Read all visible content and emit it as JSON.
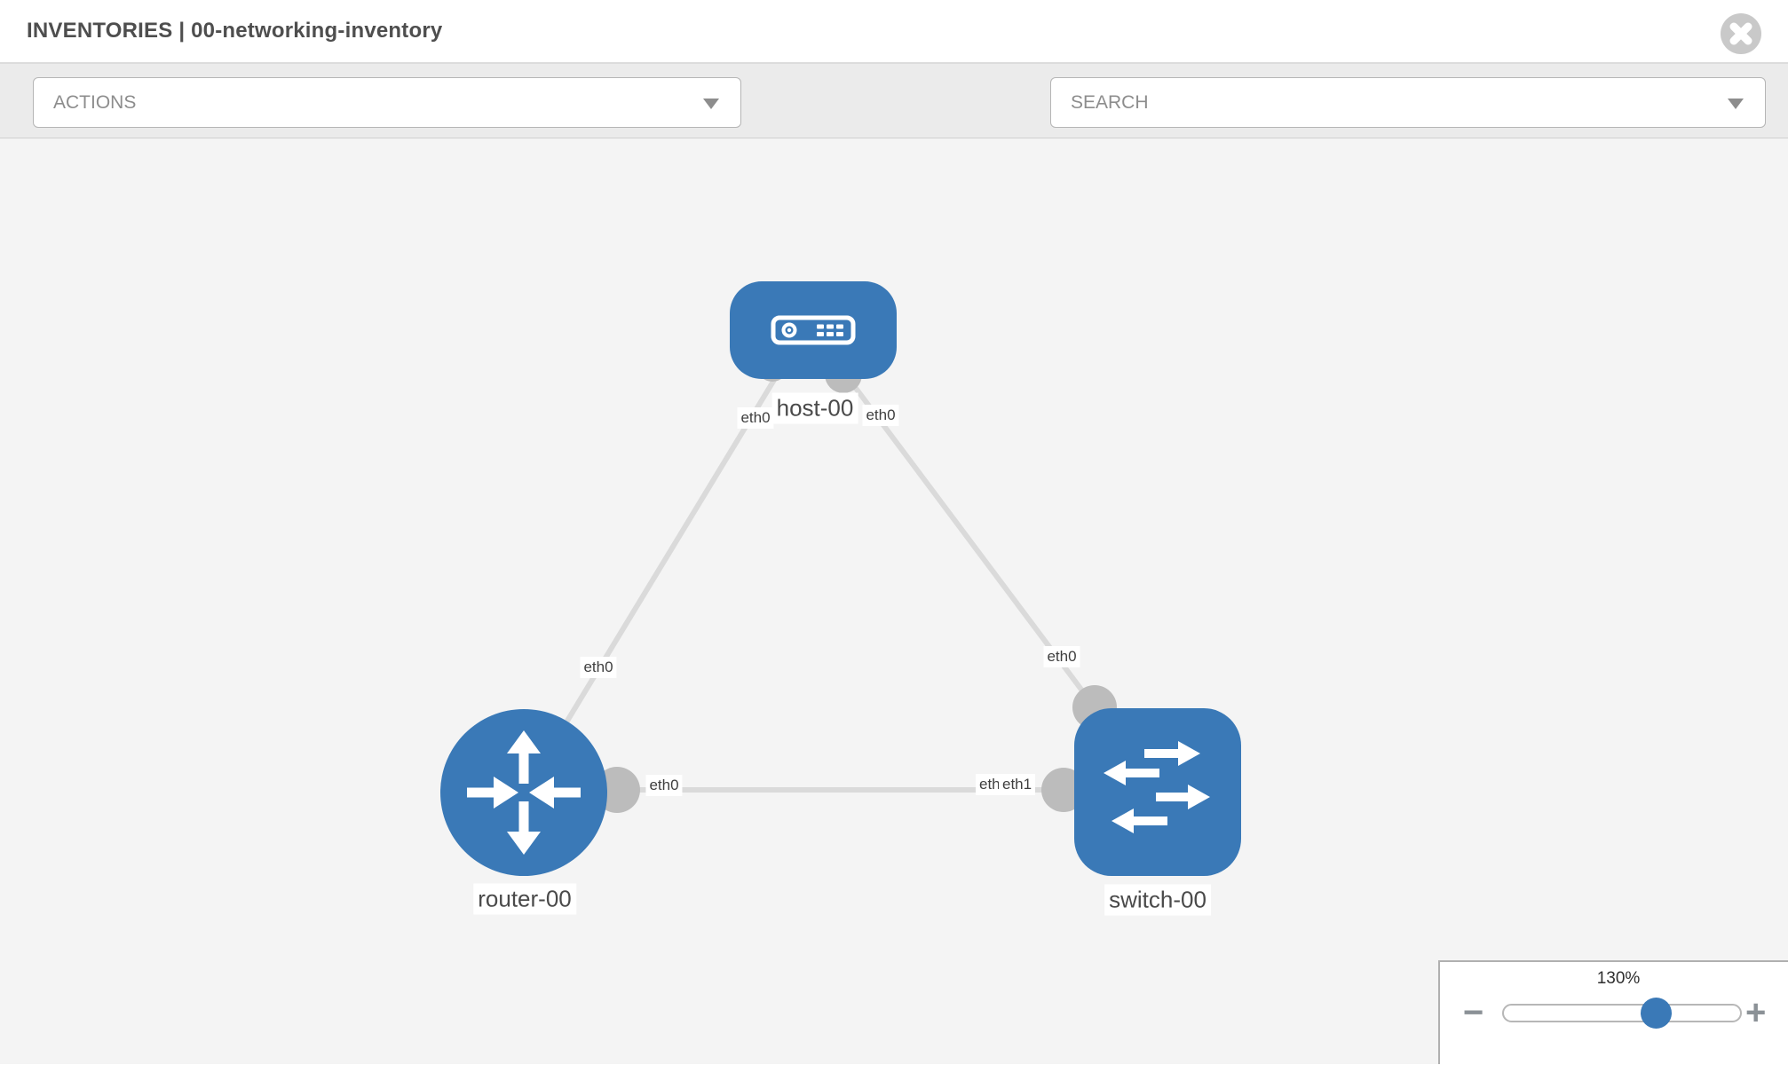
{
  "window": {
    "title": "INVENTORIES | 00-networking-inventory"
  },
  "toolbar": {
    "actions_label": "ACTIONS",
    "search_label": "SEARCH"
  },
  "topology": {
    "nodes": {
      "host": {
        "label": "host-00",
        "type": "host"
      },
      "router": {
        "label": "router-00",
        "type": "router"
      },
      "switch": {
        "label": "switch-00",
        "type": "switch"
      }
    },
    "links": [
      {
        "source": "host-00",
        "source_iface": "eth0",
        "target": "router-00",
        "target_iface": "eth0"
      },
      {
        "source": "host-00",
        "source_iface": "eth0",
        "target": "switch-00",
        "target_iface": "eth0"
      },
      {
        "source": "router-00",
        "source_iface": "eth0",
        "target": "switch-00",
        "target_iface": "eth1"
      }
    ],
    "iface_labels": {
      "host_side_router_link": "eth0",
      "host_side_switch_link": "eth0",
      "router_side_host_link": "eth0",
      "switch_side_host_link": "eth0",
      "router_side_switch_link": "eth0",
      "switch_side_router_link_alt": "eth0",
      "switch_side_router_link": "eth1"
    }
  },
  "zoom_control": {
    "level": "130%",
    "minus_glyph": "−",
    "plus_glyph": "+",
    "slider_percent": 64
  },
  "colors": {
    "node_blue": "#3a79b7",
    "connector_gray": "#bcbcbc",
    "edge_gray": "#dadada",
    "canvas_bg": "#f4f4f4",
    "toolbar_bg": "#ebebeb"
  }
}
